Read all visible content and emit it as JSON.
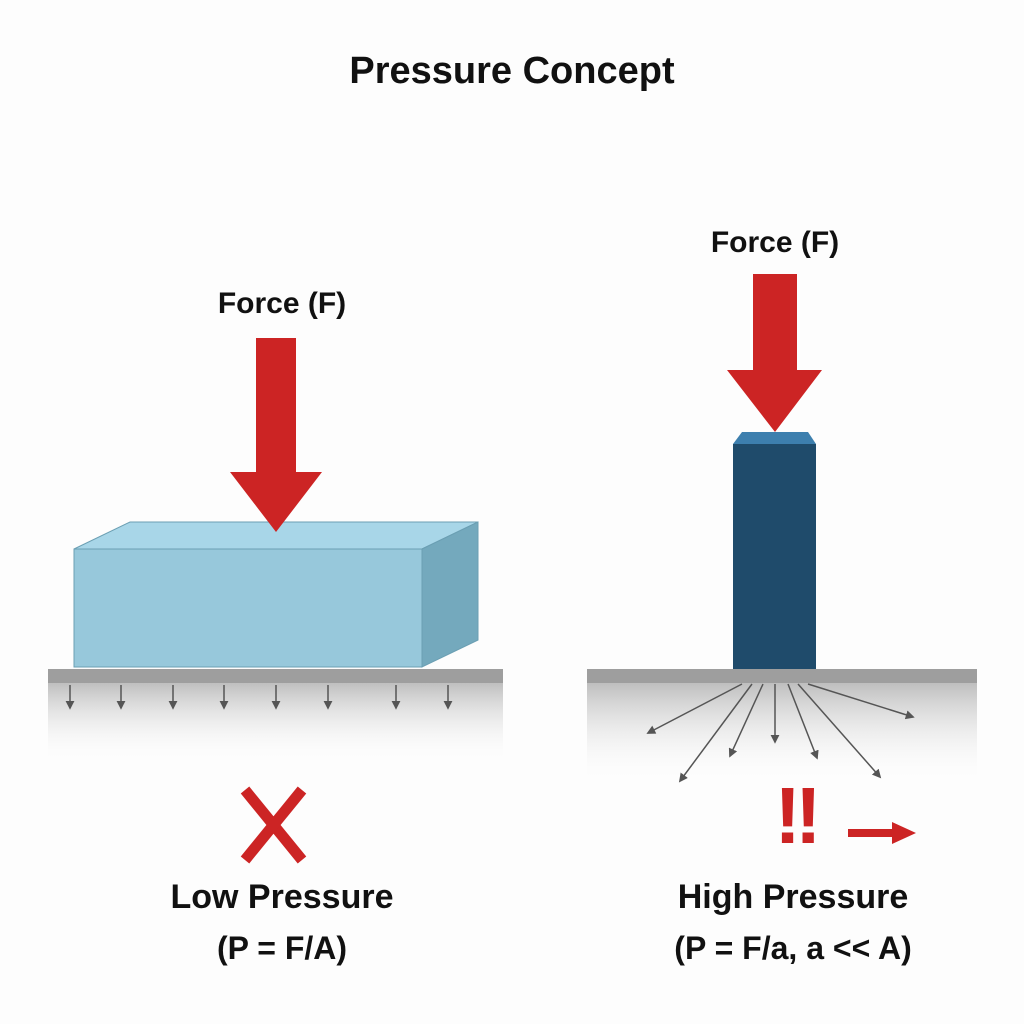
{
  "title": "Pressure Concept",
  "colors": {
    "force_arrow": "#cc2424",
    "wide_block_front": "#97c8db",
    "wide_block_top": "#a8d6e8",
    "wide_block_side": "#74a9bd",
    "narrow_pillar": "#1f4b6b",
    "narrow_pillar_top": "#3d7fae",
    "ground": "#9e9e9e",
    "pressure_lines": "#555555"
  },
  "left_panel": {
    "force_label": "Force (F)",
    "caption": "Low Pressure",
    "equation": "(P = F/A)",
    "mark_icon": "red-x-icon"
  },
  "right_panel": {
    "force_label": "Force (F)",
    "caption": "High Pressure",
    "equation": "(P = F/a, a << A)",
    "emphasis": "!!",
    "mark_icon": "small-arrow-right-icon"
  }
}
